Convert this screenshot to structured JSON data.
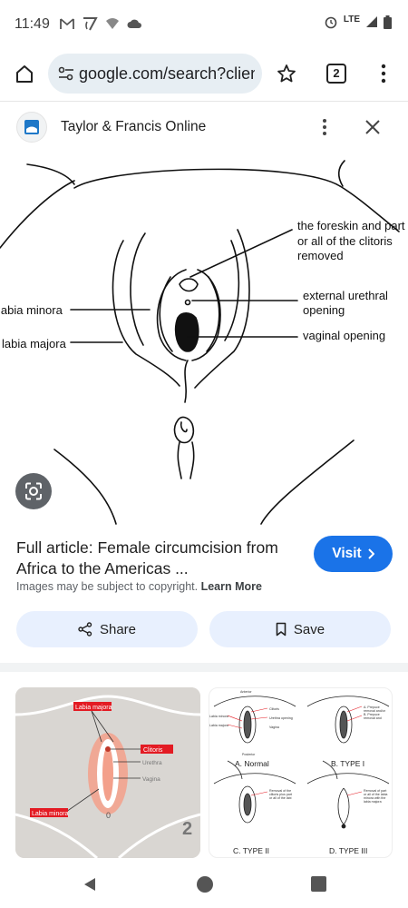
{
  "status_bar": {
    "time": "11:49",
    "network": "LTE"
  },
  "browser": {
    "url": "google.com/search?clien",
    "tab_count": "2"
  },
  "source": {
    "name": "Taylor & Francis Online"
  },
  "figure": {
    "labels": {
      "clitoris_line1": "the foreskin and part",
      "clitoris_line2": "or all of the clitoris",
      "clitoris_line3": "removed",
      "urethral_line1": "external urethral",
      "urethral_line2": "opening",
      "vaginal": "vaginal opening",
      "labia_minora": "labia minora",
      "labia_majora": "labia majora"
    }
  },
  "article": {
    "title": "Full article: Female circumcision from Africa to the Americas ...",
    "copyright": "Images may be subject to copyright.",
    "learn_more": "Learn More",
    "visit_label": "Visit"
  },
  "actions": {
    "share_label": "Share",
    "save_label": "Save"
  },
  "related": {
    "thumb1": {
      "labia_majora": "Labia majora",
      "clitoris": "Clitoris",
      "urethra": "Urethra",
      "vagina": "Vagina",
      "labia_minora": "Labia minora",
      "zero": "0",
      "two": "2"
    },
    "thumb2": {
      "normal": "A. Normal",
      "type1": "B. TYPE I",
      "type2": "C. TYPE II",
      "type3": "D. TYPE III"
    }
  },
  "colors": {
    "accent": "#1a73e8",
    "pill_bg": "#e8f0fe",
    "url_bg": "#e7eef3",
    "red_label": "#e31b23",
    "thumb_bg": "#d9d6d2"
  }
}
